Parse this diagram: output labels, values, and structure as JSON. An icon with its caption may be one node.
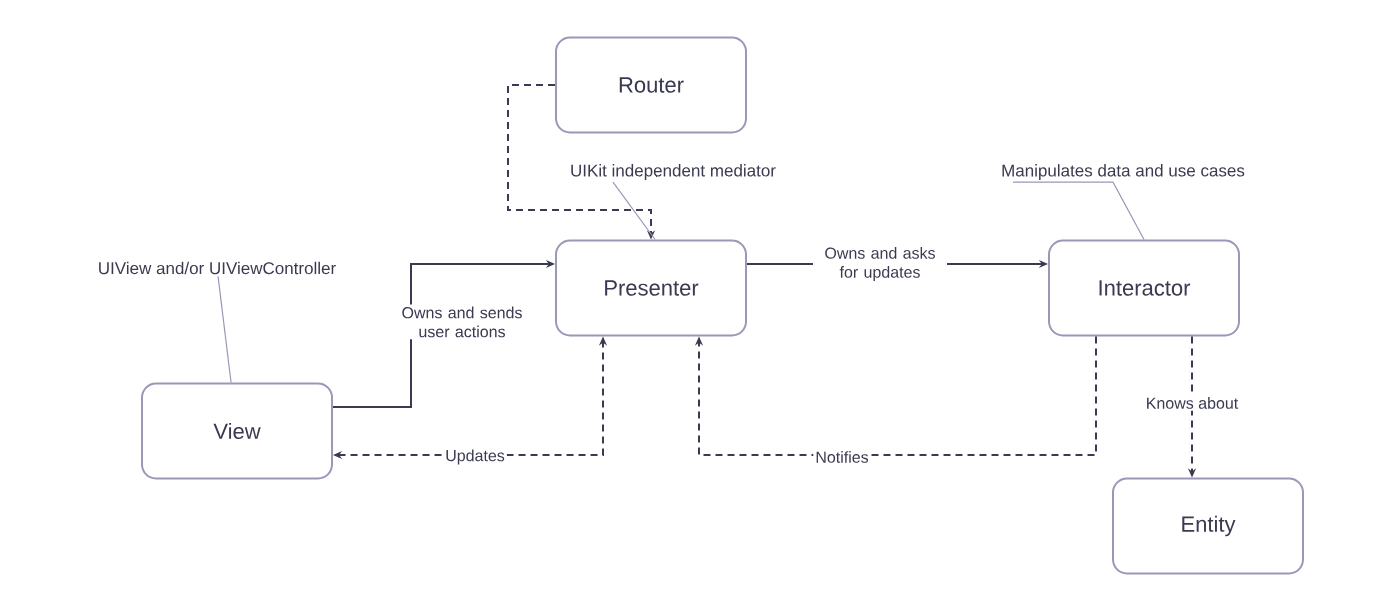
{
  "diagram": {
    "nodes": [
      {
        "text": [
          "Router"
        ]
      },
      {
        "text": [
          "Presenter"
        ]
      },
      {
        "text": [
          "Interactor"
        ]
      },
      {
        "text": [
          "View"
        ]
      },
      {
        "text": [
          "Entity"
        ]
      },
      {
        "text": [
          "UIKit independent mediator"
        ]
      },
      {
        "text": [
          "Manipulates data and use cases"
        ]
      },
      {
        "text": [
          "UIView and/or UIViewController"
        ]
      }
    ],
    "edges": [
      {
        "from": 0,
        "to": 1,
        "arrow": "to",
        "style": "dashed"
      },
      {
        "from": 3,
        "to": 1,
        "arrow": "to",
        "label": "Owns and sends user actions"
      },
      {
        "from": 3,
        "to": 1,
        "arrow": "both",
        "style": "dashed",
        "label": "Updates"
      },
      {
        "from": 1,
        "to": 2,
        "arrow": "to",
        "label": "Owns and asks for updates"
      },
      {
        "from": 2,
        "to": 1,
        "arrow": "to",
        "style": "dashed",
        "label": "Notifies"
      },
      {
        "from": 2,
        "to": 4,
        "arrow": "to",
        "style": "dashed",
        "label": "Knows about"
      },
      {
        "from": 5,
        "to": 1,
        "arrow": "none",
        "color": "#9a98b8"
      },
      {
        "from": 6,
        "to": 2,
        "arrow": "none",
        "color": "#9a98b8"
      },
      {
        "from": 7,
        "to": 3,
        "arrow": "none",
        "color": "#9a98b8"
      }
    ]
  }
}
